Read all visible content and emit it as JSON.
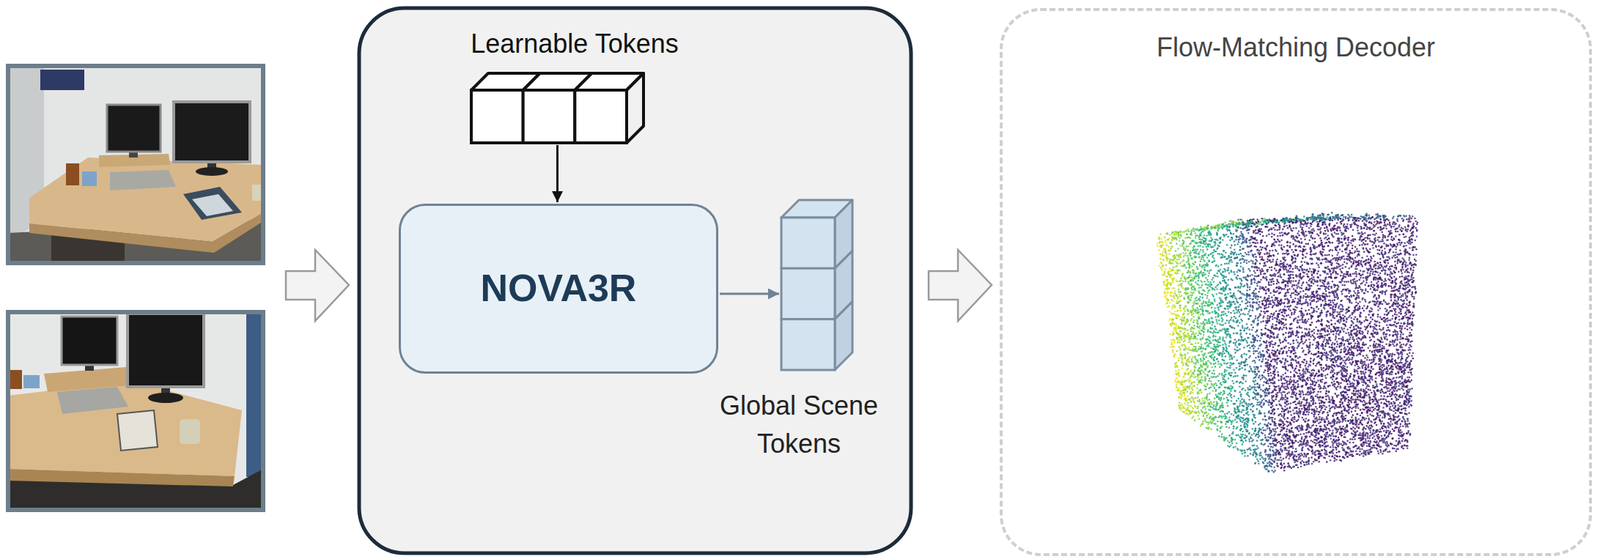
{
  "diagram": {
    "nodes": [
      {
        "text": [
          "Learnable Tokens"
        ]
      },
      {
        "text": [
          "NOVA3R"
        ]
      },
      {
        "text": [
          "Global Scene Tokens"
        ]
      },
      {
        "text": [
          "Flow-Matching Decoder"
        ]
      }
    ],
    "edges": [
      {
        "from": 0,
        "to": 1,
        "arrow": "to"
      },
      {
        "from": 1,
        "to": 2,
        "arrow": "to"
      }
    ]
  }
}
